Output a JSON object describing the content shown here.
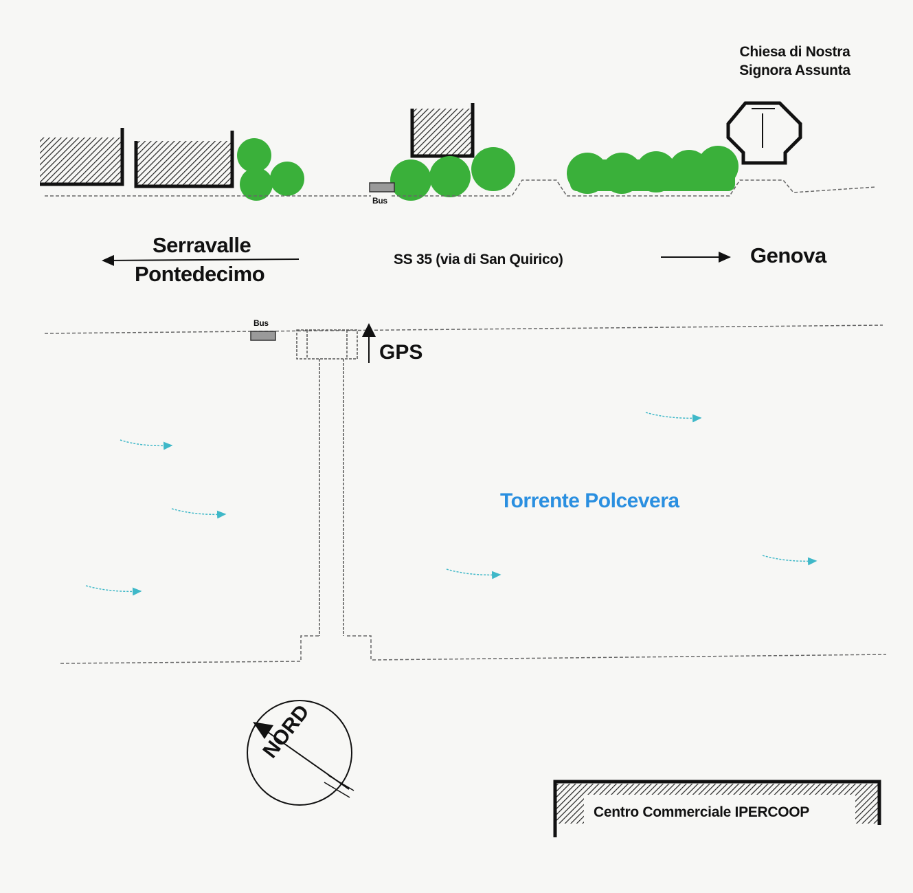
{
  "map": {
    "church": {
      "line1": "Chiesa di Nostra",
      "line2": "Signora Assunta"
    },
    "directions": {
      "west_line1": "Serravalle",
      "west_line2": "Pontedecimo",
      "east": "Genova"
    },
    "road": {
      "name": "SS 35 (via di San Quirico)"
    },
    "bus_stops": {
      "north": "Bus",
      "south": "Bus"
    },
    "gps": {
      "label": "GPS"
    },
    "river": {
      "name": "Torrente Polcevera"
    },
    "compass": {
      "label": "NORD"
    },
    "legend": {
      "label": "Centro Commerciale IPERCOOP"
    },
    "colors": {
      "trees": "#3ab03a",
      "river_text": "#2a8fe0",
      "river_arrows": "#3fb8c8",
      "ink": "#111111"
    }
  }
}
